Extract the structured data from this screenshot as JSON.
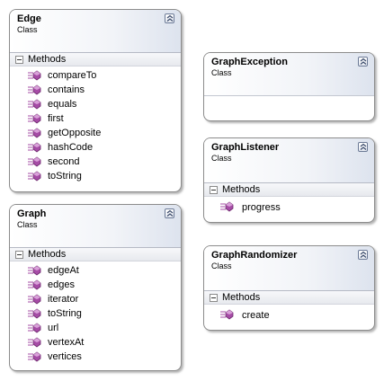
{
  "classes": {
    "edge": {
      "name": "Edge",
      "stereotype": "Class",
      "section": "Methods",
      "methods": [
        "compareTo",
        "contains",
        "equals",
        "first",
        "getOpposite",
        "hashCode",
        "second",
        "toString"
      ]
    },
    "graph": {
      "name": "Graph",
      "stereotype": "Class",
      "section": "Methods",
      "methods": [
        "edgeAt",
        "edges",
        "iterator",
        "toString",
        "url",
        "vertexAt",
        "vertices"
      ]
    },
    "graph_exception": {
      "name": "GraphException",
      "stereotype": "Class"
    },
    "graph_listener": {
      "name": "GraphListener",
      "stereotype": "Class",
      "section": "Methods",
      "methods": [
        "progress"
      ]
    },
    "graph_randomizer": {
      "name": "GraphRandomizer",
      "stereotype": "Class",
      "section": "Methods",
      "methods": [
        "create"
      ]
    }
  },
  "icons": {
    "method": "method-icon",
    "collapse": "double-chevron-up-icon",
    "section_toggle": "minus-box-icon"
  },
  "colors": {
    "method_icon": "#a64ca6",
    "header_gradient_end": "#dde3ee",
    "border": "#8c8c8c"
  }
}
